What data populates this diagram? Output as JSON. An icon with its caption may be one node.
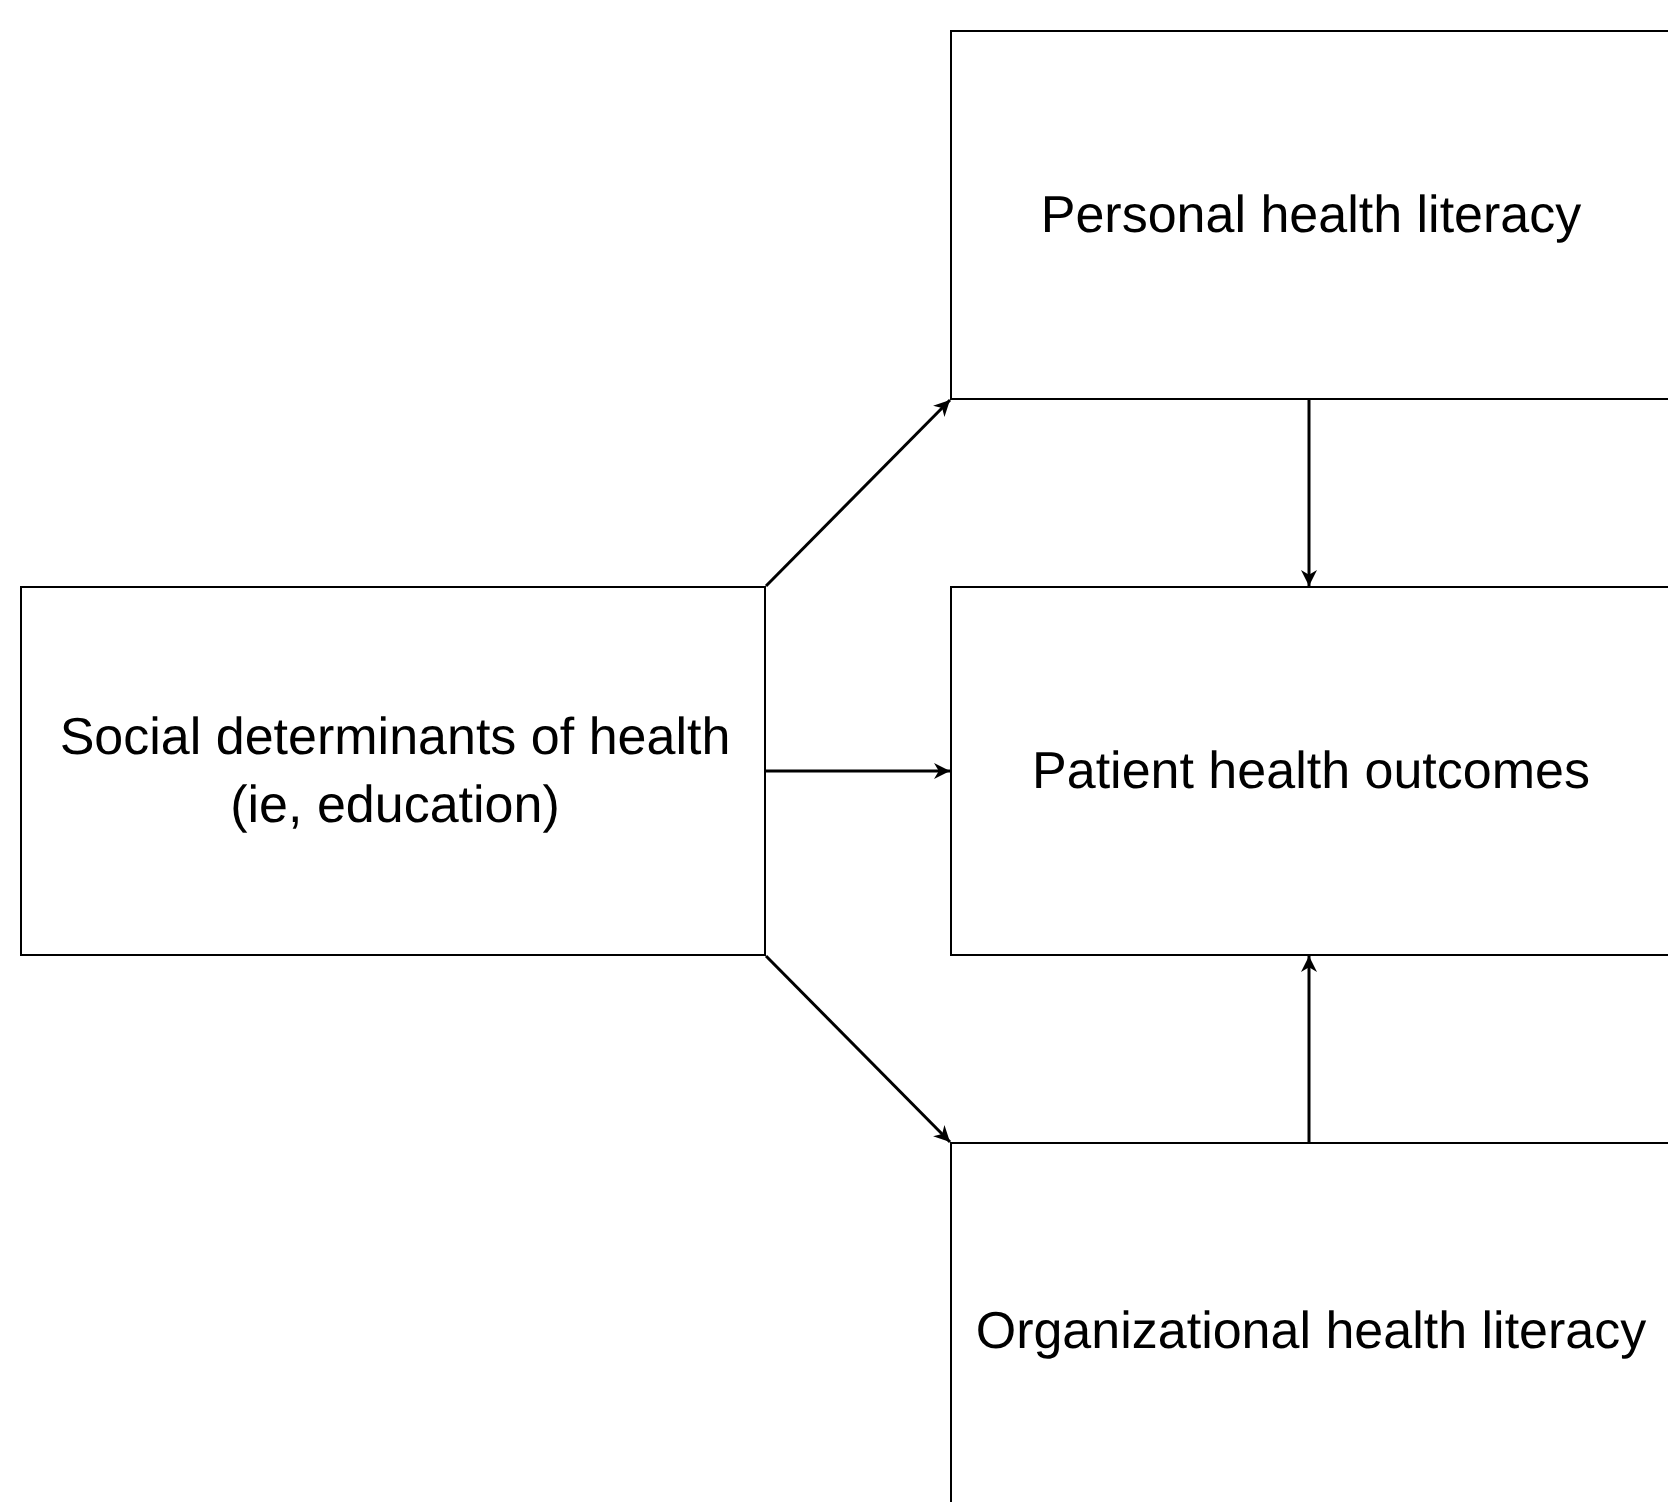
{
  "diagram": {
    "nodes": [
      {
        "text": [
          "Social determinants of health (ie, education)"
        ]
      },
      {
        "text": [
          "Personal health literacy"
        ]
      },
      {
        "text": [
          "Patient health outcomes"
        ]
      },
      {
        "text": [
          "Organizational health literacy"
        ]
      }
    ],
    "edges": [
      {
        "from": 0,
        "to": 1,
        "arrow": "to"
      },
      {
        "from": 0,
        "to": 2,
        "arrow": "to"
      },
      {
        "from": 0,
        "to": 3,
        "arrow": "to"
      },
      {
        "from": 1,
        "to": 2,
        "arrow": "to"
      },
      {
        "from": 3,
        "to": 2,
        "arrow": "to"
      }
    ]
  }
}
